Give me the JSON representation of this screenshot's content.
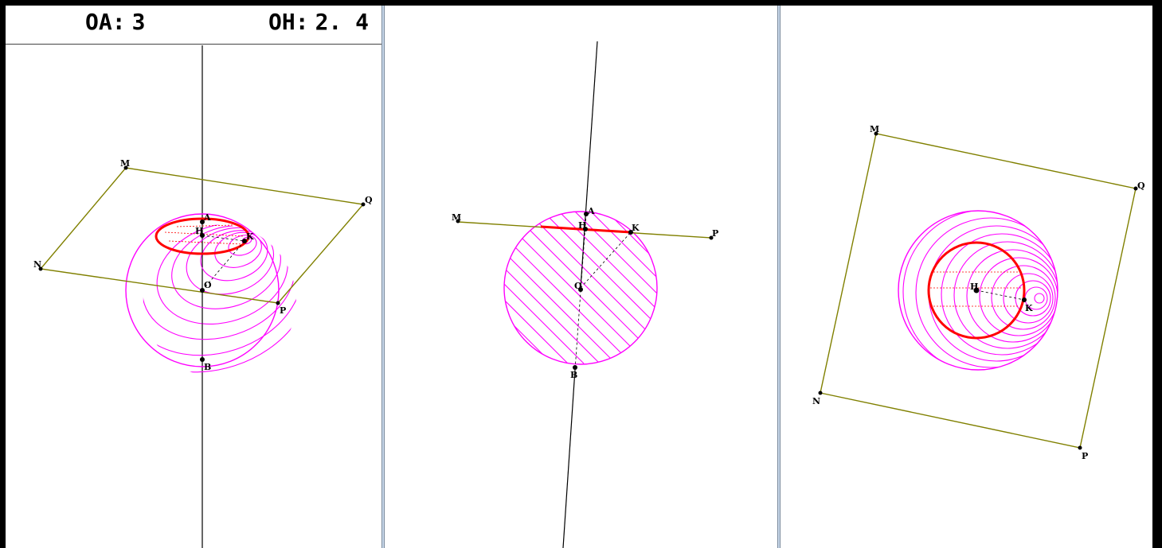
{
  "measurements": {
    "oa": {
      "label": "OA:",
      "value": "3"
    },
    "oh": {
      "label": "OH:",
      "value": "2. 4"
    }
  },
  "colors": {
    "plane": "#808000",
    "sphere": "#ff00ff",
    "section_circle": "#ff0000",
    "dashed": "#000000",
    "axis": "#000000",
    "background": "#ffffff",
    "frame": "#000000"
  },
  "point_labels": {
    "A": "A",
    "B": "B",
    "O": "O",
    "H": "H",
    "K": "K",
    "M": "M",
    "N": "N",
    "P": "P",
    "Q": "Q"
  }
}
